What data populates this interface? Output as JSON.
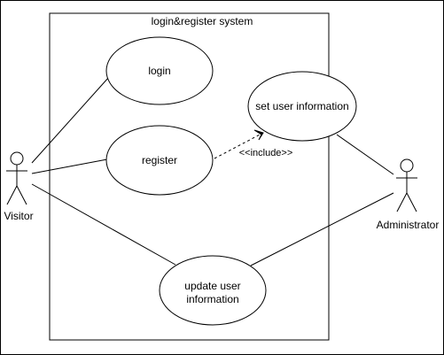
{
  "diagram": {
    "system_title": "login&register system",
    "use_cases": {
      "login": "login",
      "register": "register",
      "set_user_information": "set user information",
      "update_user_information": [
        "update user",
        "information"
      ]
    },
    "actors": {
      "visitor": "Visitor",
      "administrator": "Administrator"
    },
    "relations": {
      "include_label": "<<include>>"
    },
    "colors": {
      "stroke": "#000000",
      "fill": "#ffffff"
    }
  }
}
